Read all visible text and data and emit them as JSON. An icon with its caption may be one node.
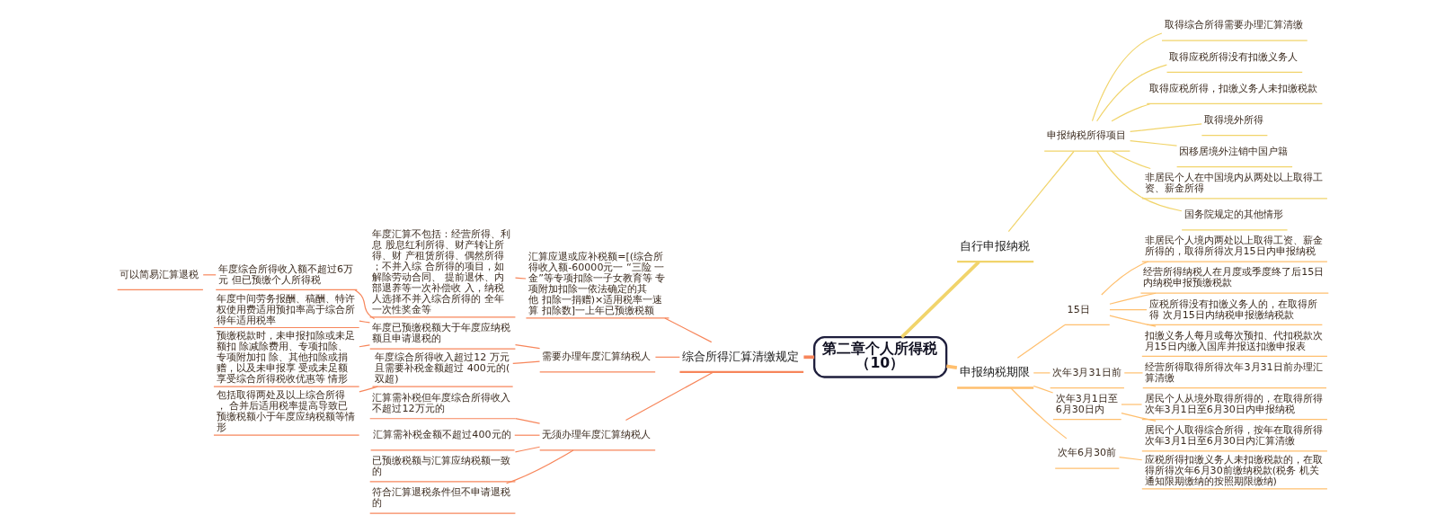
{
  "diagram": {
    "nodes": [
      {
        "text": [
          "第二章个人所得税（10）"
        ]
      },
      {
        "text": [
          "综合所得汇算清缴规定"
        ]
      },
      {
        "text": [
          "汇算应退或应补税额=[(综合所得收入额-60000元一 “三险 一金”等专项扣除一子女教育等 专项附加扣除一依法确定的其他 扣除一捐赠)×适用税率一速算 扣除数]一上年已预缴税额"
        ]
      },
      {
        "text": [
          "年度汇算不包括：经营所得、利息 股息红利所得、财产转让所得、财 产租赁所得、偶然所得；不并入综 合所得的项目，如解除劳动合同、 提前退休、内部退养等一次补偿收 入，纳税人选择不并入综合所得的 全年一次性奖金等"
        ]
      },
      {
        "text": [
          "需要办理年度汇算纳税人"
        ]
      },
      {
        "text": [
          "年度已预缴税额大于年度应纳税额且申请退税的"
        ]
      },
      {
        "text": [
          "年度综合所得收入额不超过6万元 但已预缴个人所得税"
        ]
      },
      {
        "text": [
          "可以简易汇算退税"
        ]
      },
      {
        "text": [
          "年度中间劳务报酬、稿酬、特许权使用费适用预扣率高于综合所得年适用税率"
        ]
      },
      {
        "text": [
          "预缴税款时，未申报扣除或未足额扣 除减除费用、专项扣除、专项附加扣 除、其他扣除或捐赠，以及未申报享 受或未足额享受综合所得税收优惠等 情形"
        ]
      },
      {
        "text": [
          "年度综合所得收入超过12 万元且需要补税金额超过 400元的(双超)"
        ]
      },
      {
        "text": [
          "包括取得两处及以上综合所得， 合并后适用税率提高导致已预缴税额小于年度应纳税额等情形"
        ]
      },
      {
        "text": [
          "无须办理年度汇算纳税人"
        ]
      },
      {
        "text": [
          "汇算需补税但年度综合所得收入不超过12万元的"
        ]
      },
      {
        "text": [
          "汇算需补税金额不超过400元的"
        ]
      },
      {
        "text": [
          "已预缴税额与汇算应纳税额一致的"
        ]
      },
      {
        "text": [
          "符合汇算退税条件但不申请退税的"
        ]
      },
      {
        "text": [
          "自行申报纳税"
        ]
      },
      {
        "text": [
          "申报纳税所得项目"
        ]
      },
      {
        "text": [
          "取得综合所得需要办理汇算清缴"
        ]
      },
      {
        "text": [
          "取得应税所得没有扣缴义务人"
        ]
      },
      {
        "text": [
          "取得应税所得，扣缴义务人未扣缴税款"
        ]
      },
      {
        "text": [
          "取得境外所得"
        ]
      },
      {
        "text": [
          "因移居境外注销中国户籍"
        ]
      },
      {
        "text": [
          "非居民个人在中国境内从两处以上取得工资、薪金所得"
        ]
      },
      {
        "text": [
          "国务院规定的其他情形"
        ]
      },
      {
        "text": [
          "申报纳税期限"
        ]
      },
      {
        "text": [
          "15日"
        ]
      },
      {
        "text": [
          "非居民个人境内两处以上取得工资、薪金所得的，取得所得次月15日内申报纳税"
        ]
      },
      {
        "text": [
          "经营所得纳税人在月度或季度终了后15日内纳税申报预缴税款"
        ]
      },
      {
        "text": [
          "应税所得没有扣缴义务人的，在取得所得 次月15日内纳税申报缴纳税款"
        ]
      },
      {
        "text": [
          "扣缴义务人每月或每次预扣、代扣税款次月15日内缴入国库并报送扣缴申报表"
        ]
      },
      {
        "text": [
          "次年3月31日前"
        ]
      },
      {
        "text": [
          "经营所得取得所得次年3月31日前办理汇算清缴"
        ]
      },
      {
        "text": [
          "次年3月1日至6月30日内"
        ]
      },
      {
        "text": [
          "居民个人从境外取得所得的，在取得所得次年3月1日至6月30日内申报纳税"
        ]
      },
      {
        "text": [
          "居民个人取得综合所得，按年在取得所得次年3月1日至6月30日内汇算清缴"
        ]
      },
      {
        "text": [
          "次年6月30前"
        ]
      },
      {
        "text": [
          "应税所得扣缴义务人未扣缴税款的，在取得所得次年6月30前缴纳税款(税务 机关通知限期缴纳的按照期限缴纳)"
        ]
      }
    ],
    "edges": [
      {
        "from": 1,
        "to": 0,
        "arrow": "none",
        "style": "thick"
      },
      {
        "from": 2,
        "to": 1,
        "arrow": "none"
      },
      {
        "from": 3,
        "to": 2,
        "arrow": "none"
      },
      {
        "from": 4,
        "to": 1,
        "arrow": "none"
      },
      {
        "from": 5,
        "to": 4,
        "arrow": "none"
      },
      {
        "from": 6,
        "to": 5,
        "arrow": "none"
      },
      {
        "from": 7,
        "to": 6,
        "arrow": "none"
      },
      {
        "from": 8,
        "to": 5,
        "arrow": "none"
      },
      {
        "from": 9,
        "to": 5,
        "arrow": "none"
      },
      {
        "from": 10,
        "to": 4,
        "arrow": "none"
      },
      {
        "from": 11,
        "to": 10,
        "arrow": "none"
      },
      {
        "from": 12,
        "to": 1,
        "arrow": "none"
      },
      {
        "from": 13,
        "to": 12,
        "arrow": "none"
      },
      {
        "from": 14,
        "to": 12,
        "arrow": "none"
      },
      {
        "from": 15,
        "to": 12,
        "arrow": "none"
      },
      {
        "from": 16,
        "to": 12,
        "arrow": "none"
      },
      {
        "from": 0,
        "to": 17,
        "arrow": "none",
        "style": "thick",
        "color": "#f1d46b"
      },
      {
        "from": 17,
        "to": 18,
        "arrow": "none",
        "color": "#f1d46b"
      },
      {
        "from": 18,
        "to": 19,
        "arrow": "none",
        "color": "#f1d46b"
      },
      {
        "from": 18,
        "to": 20,
        "arrow": "none",
        "color": "#f1d46b"
      },
      {
        "from": 18,
        "to": 21,
        "arrow": "none",
        "color": "#f1d46b"
      },
      {
        "from": 18,
        "to": 22,
        "arrow": "none",
        "color": "#f1d46b"
      },
      {
        "from": 18,
        "to": 23,
        "arrow": "none",
        "color": "#f1d46b"
      },
      {
        "from": 18,
        "to": 24,
        "arrow": "none",
        "color": "#f1d46b"
      },
      {
        "from": 18,
        "to": 25,
        "arrow": "none",
        "color": "#f1d46b"
      },
      {
        "from": 0,
        "to": 26,
        "arrow": "none",
        "style": "thick",
        "color": "#ffbf6e"
      },
      {
        "from": 26,
        "to": 27,
        "arrow": "none",
        "color": "#ffbf6e"
      },
      {
        "from": 27,
        "to": 28,
        "arrow": "none",
        "color": "#ffbf6e"
      },
      {
        "from": 27,
        "to": 29,
        "arrow": "none",
        "color": "#ffbf6e"
      },
      {
        "from": 27,
        "to": 30,
        "arrow": "none",
        "color": "#ffbf6e"
      },
      {
        "from": 27,
        "to": 31,
        "arrow": "none",
        "color": "#ffbf6e"
      },
      {
        "from": 26,
        "to": 32,
        "arrow": "none",
        "color": "#ffbf6e"
      },
      {
        "from": 32,
        "to": 33,
        "arrow": "none",
        "color": "#ffbf6e"
      },
      {
        "from": 26,
        "to": 34,
        "arrow": "none",
        "color": "#ffbf6e"
      },
      {
        "from": 34,
        "to": 35,
        "arrow": "none",
        "color": "#ffbf6e"
      },
      {
        "from": 34,
        "to": 36,
        "arrow": "none",
        "color": "#ffbf6e"
      },
      {
        "from": 26,
        "to": 37,
        "arrow": "none",
        "color": "#ffbf6e"
      },
      {
        "from": 37,
        "to": 38,
        "arrow": "none",
        "color": "#ffbf6e"
      }
    ]
  }
}
